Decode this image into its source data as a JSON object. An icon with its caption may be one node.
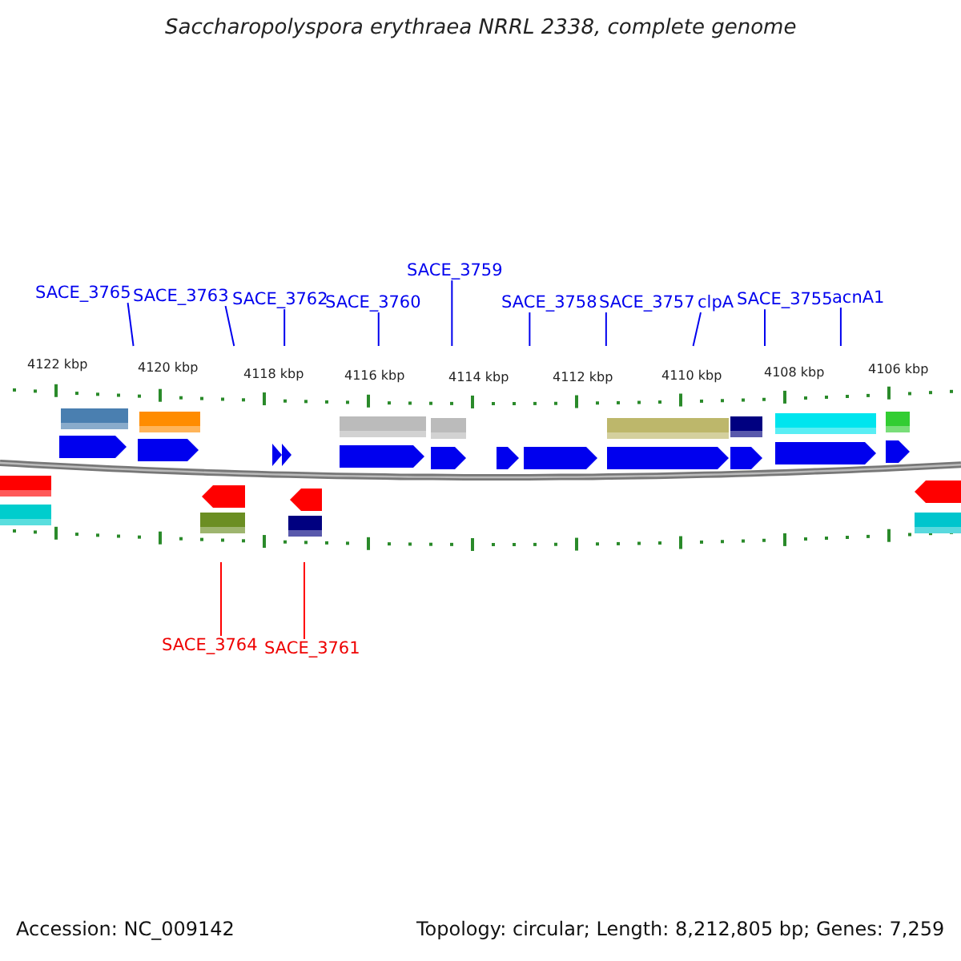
{
  "diagram": {
    "title": "Saccharopolyspora erythraea NRRL 2338, complete genome",
    "nodes": [
      {
        "text": [
          "SACE_3765"
        ]
      },
      {
        "text": [
          "SACE_3763"
        ]
      },
      {
        "text": [
          "SACE_3762"
        ]
      },
      {
        "text": [
          "SACE_3760"
        ]
      },
      {
        "text": [
          "SACE_3759"
        ]
      },
      {
        "text": [
          "SACE_3758"
        ]
      },
      {
        "text": [
          "SACE_3757"
        ]
      },
      {
        "text": [
          "clpA"
        ]
      },
      {
        "text": [
          "SACE_3755"
        ]
      },
      {
        "text": [
          "acnA1"
        ]
      },
      {
        "text": [
          "SACE_3764"
        ]
      },
      {
        "text": [
          "SACE_3761"
        ]
      }
    ],
    "edges": [
      {
        "from": 0,
        "to": null,
        "arrow": "none"
      },
      {
        "from": 1,
        "to": null,
        "arrow": "none"
      },
      {
        "from": 2,
        "to": null,
        "arrow": "none"
      },
      {
        "from": 3,
        "to": null,
        "arrow": "none"
      },
      {
        "from": 4,
        "to": null,
        "arrow": "none"
      },
      {
        "from": 5,
        "to": null,
        "arrow": "none"
      },
      {
        "from": 6,
        "to": null,
        "arrow": "none"
      },
      {
        "from": 7,
        "to": null,
        "arrow": "none"
      },
      {
        "from": 8,
        "to": null,
        "arrow": "none"
      },
      {
        "from": 9,
        "to": null,
        "arrow": "none"
      },
      {
        "from": 10,
        "to": null,
        "arrow": "none",
        "color": "#ff0000"
      },
      {
        "from": 11,
        "to": null,
        "arrow": "none",
        "color": "#ff0000"
      }
    ],
    "labels": [
      "4122 kbp",
      "4120 kbp",
      "4118 kbp",
      "4116 kbp",
      "4114 kbp",
      "4112 kbp",
      "4110 kbp",
      "4108 kbp",
      "4106 kbp",
      "Accession: NC_009142",
      "Topology: circular; Length: 8,212,805 bp; Genes: 7,259"
    ]
  }
}
